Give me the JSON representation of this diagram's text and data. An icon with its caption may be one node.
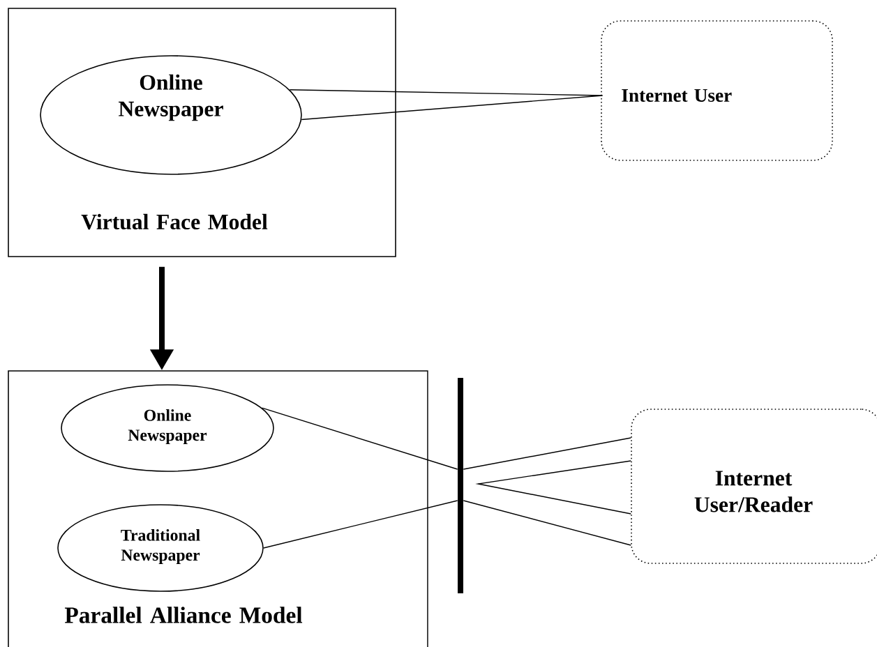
{
  "diagram": {
    "nodes": [
      {
        "text": [
          "Virtual Face Model"
        ]
      },
      {
        "text": [
          "Online Newspaper"
        ],
        "in": 0
      },
      {
        "text": [
          "Internet User"
        ]
      },
      {
        "text": [
          "Parallel Alliance Model"
        ]
      },
      {
        "text": [
          "Online Newspaper"
        ],
        "in": 3
      },
      {
        "text": [
          "Traditional Newspaper"
        ],
        "in": 3
      },
      {
        "text": [],
        "shape": "bar"
      },
      {
        "text": [
          "Internet User/Reader"
        ]
      }
    ],
    "edges": [
      {
        "from": 1,
        "to": 2,
        "arrow": "none"
      },
      {
        "from": 0,
        "to": 3,
        "arrow": "to",
        "style": "thick"
      },
      {
        "from": 4,
        "to": 6,
        "arrow": "none"
      },
      {
        "from": 5,
        "to": 6,
        "arrow": "none"
      },
      {
        "from": 6,
        "to": 7,
        "arrow": "none"
      }
    ]
  }
}
